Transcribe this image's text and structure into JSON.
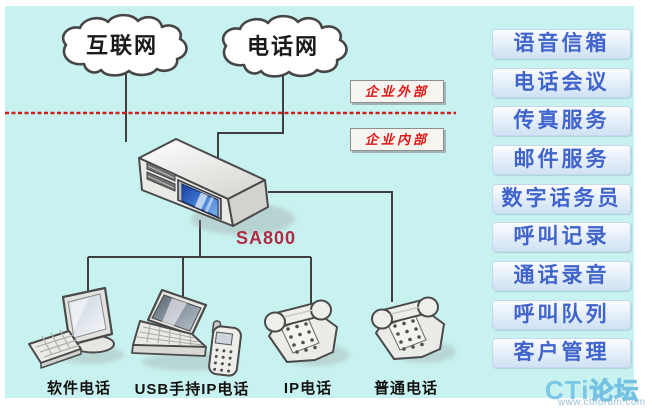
{
  "diagram": {
    "clouds": [
      {
        "label": "互联网"
      },
      {
        "label": "电话网"
      }
    ],
    "zones": {
      "external": "企业外部",
      "internal": "企业内部"
    },
    "server": {
      "label": "SA800"
    },
    "devices": [
      {
        "label": "软件电话"
      },
      {
        "label": "USB手持IP电话"
      },
      {
        "label": "IP电话"
      },
      {
        "label": "普通电话"
      }
    ]
  },
  "menu": {
    "items": [
      {
        "label": "语音信箱"
      },
      {
        "label": "电话会议"
      },
      {
        "label": "传真服务"
      },
      {
        "label": "邮件服务"
      },
      {
        "label": "数字话务员"
      },
      {
        "label": "呼叫记录"
      },
      {
        "label": "通话录音"
      },
      {
        "label": "呼叫队列"
      },
      {
        "label": "客户管理"
      }
    ]
  },
  "branding": {
    "logo_cti": "CTi",
    "logo_forum": "论坛",
    "url": "www.ctiforum.com"
  },
  "colors": {
    "background": "#c8f2ef",
    "zone_line_red": "#cf1d1d",
    "zone_text_red": "#e01515",
    "server_label_red": "#b02c44",
    "button_text_blue": "#4063cc",
    "logo_blue": "#76c4e6"
  }
}
